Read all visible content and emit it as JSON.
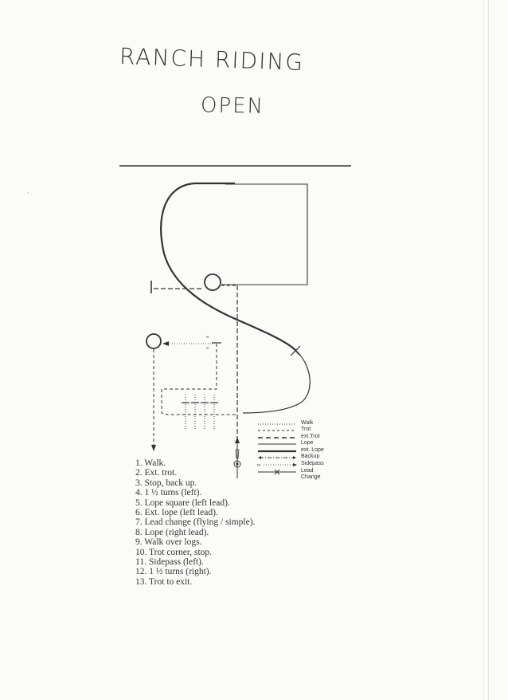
{
  "header": {
    "title": "RANCH RIDING",
    "subtitle": "OPEN"
  },
  "pattern": {
    "steps": [
      {
        "num": "1.",
        "text": "Walk."
      },
      {
        "num": "2.",
        "text": "Ext. trot."
      },
      {
        "num": "3.",
        "text": "Stop, back up."
      },
      {
        "num": "4.",
        "text": "1 ½ turns (left)."
      },
      {
        "num": "5.",
        "text": "Lope square (left lead)."
      },
      {
        "num": "6.",
        "text": "Ext. lope (left lead)."
      },
      {
        "num": "7.",
        "text": "Lead change (flying / simple)."
      },
      {
        "num": "8.",
        "text": "Lope (right lead)."
      },
      {
        "num": "9.",
        "text": "Walk over logs."
      },
      {
        "num": "10.",
        "text": "Trot corner, stop."
      },
      {
        "num": "11.",
        "text": "Sidepass (left)."
      },
      {
        "num": "12.",
        "text": "1 ½ turns (right)."
      },
      {
        "num": "13.",
        "text": "Trot to exit."
      }
    ]
  },
  "legend": {
    "items": [
      {
        "label": "Walk",
        "style": "walk"
      },
      {
        "label": "Trot",
        "style": "trot"
      },
      {
        "label": "ext.Trot",
        "style": "ext-trot"
      },
      {
        "label": "Lope",
        "style": "lope"
      },
      {
        "label": "ext. Lope",
        "style": "ext-lope"
      },
      {
        "label": "Backup",
        "style": "backup"
      },
      {
        "label": "Sidepass",
        "style": "sidepass"
      },
      {
        "label": "Lead",
        "style": "lead-change"
      },
      {
        "label": "Change",
        "style": "none"
      }
    ]
  },
  "colors": {
    "ink": "#333333",
    "paper": "#fbfbfa"
  }
}
